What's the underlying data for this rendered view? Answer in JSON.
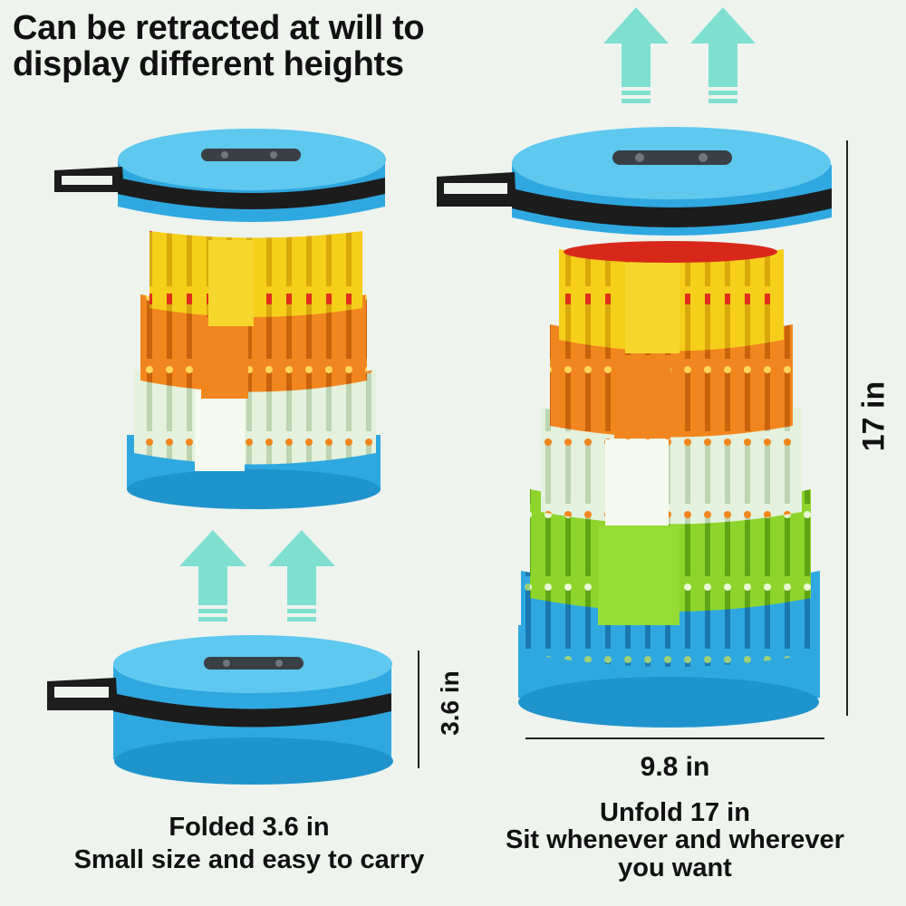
{
  "headline": {
    "line1": "Can be retracted at will to",
    "line2": "display different heights"
  },
  "dimensions": {
    "unfolded_height": "17 in",
    "folded_height": "3.6 in",
    "diameter": "9.8 in"
  },
  "captions": {
    "folded_title": "Folded  3.6 in",
    "folded_subtitle": "Small size and easy to carry",
    "unfolded_title": "Unfold 17 in",
    "unfolded_line2": "Sit whenever and wherever",
    "unfolded_line3": "you want"
  },
  "colors": {
    "background": "#eef3ee",
    "seat_blue": "#2fa8e0",
    "seat_top": "#5ec8ee",
    "strap": "#1c1c1c",
    "yellow": "#f5cf1a",
    "orange": "#f2861e",
    "pale_green": "#e4f1dc",
    "lime": "#8ed42c",
    "arrow": "#7fe0d2"
  },
  "icons": [
    "up-arrow-icon",
    "dimension-line-icon"
  ]
}
